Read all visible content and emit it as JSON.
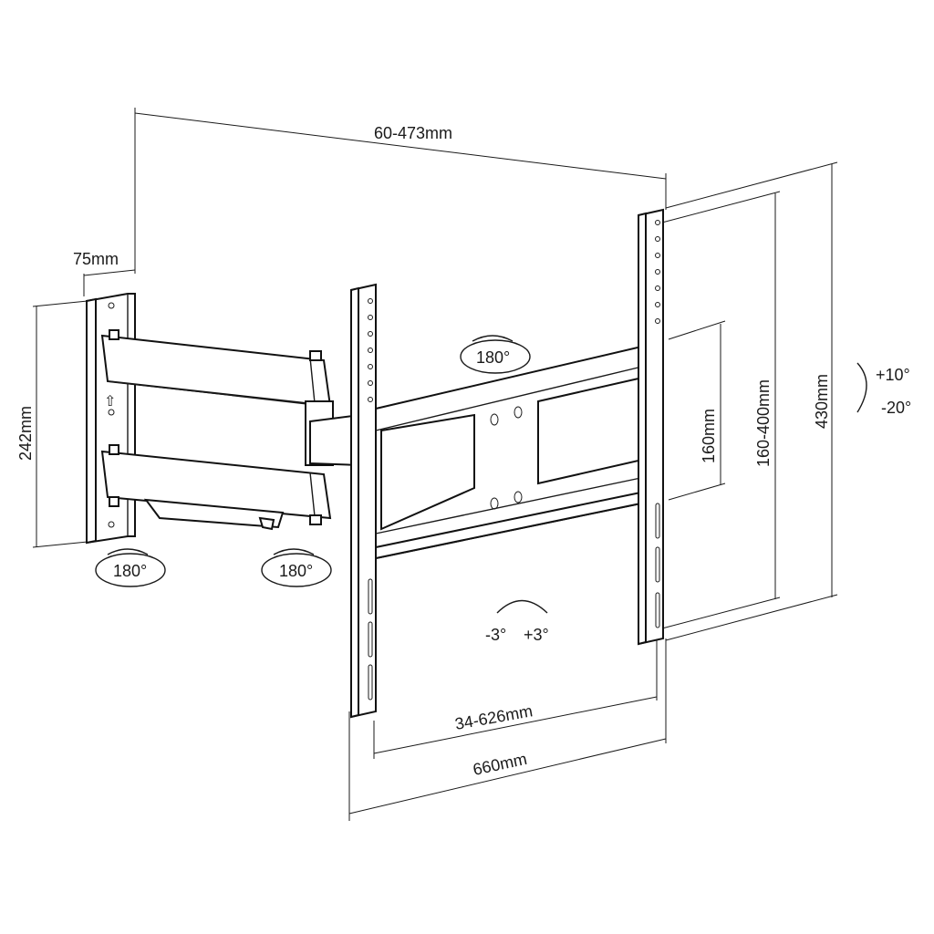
{
  "dimensions": {
    "arm_extension": "60-473mm",
    "wall_plate_depth": "75mm",
    "wall_plate_height": "242mm",
    "rail_spacing": "34-626mm",
    "total_width": "660mm",
    "vesa_min": "160mm",
    "vesa_range": "160-400mm",
    "total_height": "430mm"
  },
  "rotations": {
    "wall_swivel": "180°",
    "arm_swivel": "180°",
    "head_swivel": "180°",
    "tilt_up": "+10°",
    "tilt_down": "-20°",
    "level_minus": "-3°",
    "level_plus": "+3°"
  }
}
